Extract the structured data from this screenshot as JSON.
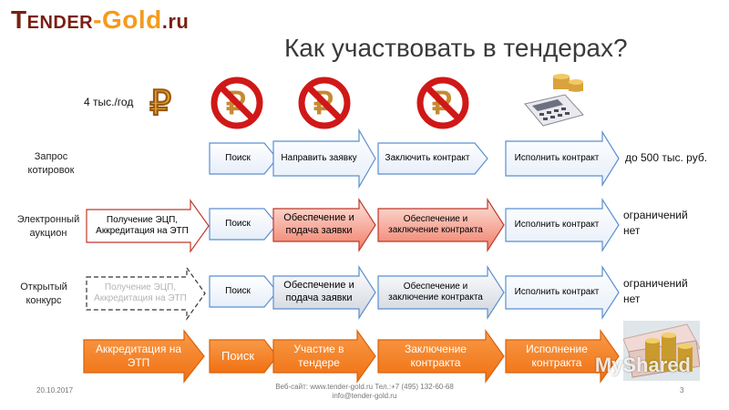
{
  "logo": {
    "part1": "Tender",
    "dash": "-",
    "part2": "Gold",
    "part3": ".ru"
  },
  "title": "Как участвовать в тендерах?",
  "price_note": "4 тыс./год",
  "row_labels": {
    "quotes": [
      "Запрос",
      "котировок"
    ],
    "auction": [
      "Электронный",
      "аукцион"
    ],
    "contest": [
      "Открытый",
      "конкурс"
    ]
  },
  "right_notes": {
    "quotes": "до 500 тыс. руб.",
    "auction": [
      "ограничений",
      "нет"
    ],
    "contest": [
      "ограничений",
      "нет"
    ]
  },
  "arrows": {
    "quotes": [
      "Поиск",
      "Направить заявку",
      "Заключить контракт",
      "Исполнить контракт"
    ],
    "auction": [
      "Получение ЭЦП, Аккредитация на ЭТП",
      "Поиск",
      "Обеспечение и подача заявки",
      "Обеспечение и заключение контракта",
      "Исполнить контракт"
    ],
    "contest": [
      "Получение ЭЦП, Аккредитация на ЭТП",
      "Поиск",
      "Обеспечение и подача заявки",
      "Обеспечение и заключение контракта",
      "Исполнить контракт"
    ],
    "summary": [
      "Аккредитация на ЭТП",
      "Поиск",
      "Участие в тендере",
      "Заключение контракта",
      "Исполнение контракта"
    ]
  },
  "footer": {
    "date": "20.10.2017",
    "contacts": [
      "Веб-сайт: www.tender-gold.ru  Тел.:+7 (495) 132-60-68",
      "info@tender-gold.ru"
    ],
    "page": "3"
  },
  "watermark": "MyShared",
  "colors": {
    "orange": "#f5821f",
    "red_sign": "#d01818",
    "blue_border": "#5b8fd0",
    "red_border": "#c0392b",
    "dark_red_logo": "#7a1f12",
    "gold": "#f59a1c"
  },
  "icons": [
    "ruble-coin-icon",
    "no-ruble-sign-icon",
    "calculator-coins-icon",
    "money-coins-icon"
  ]
}
